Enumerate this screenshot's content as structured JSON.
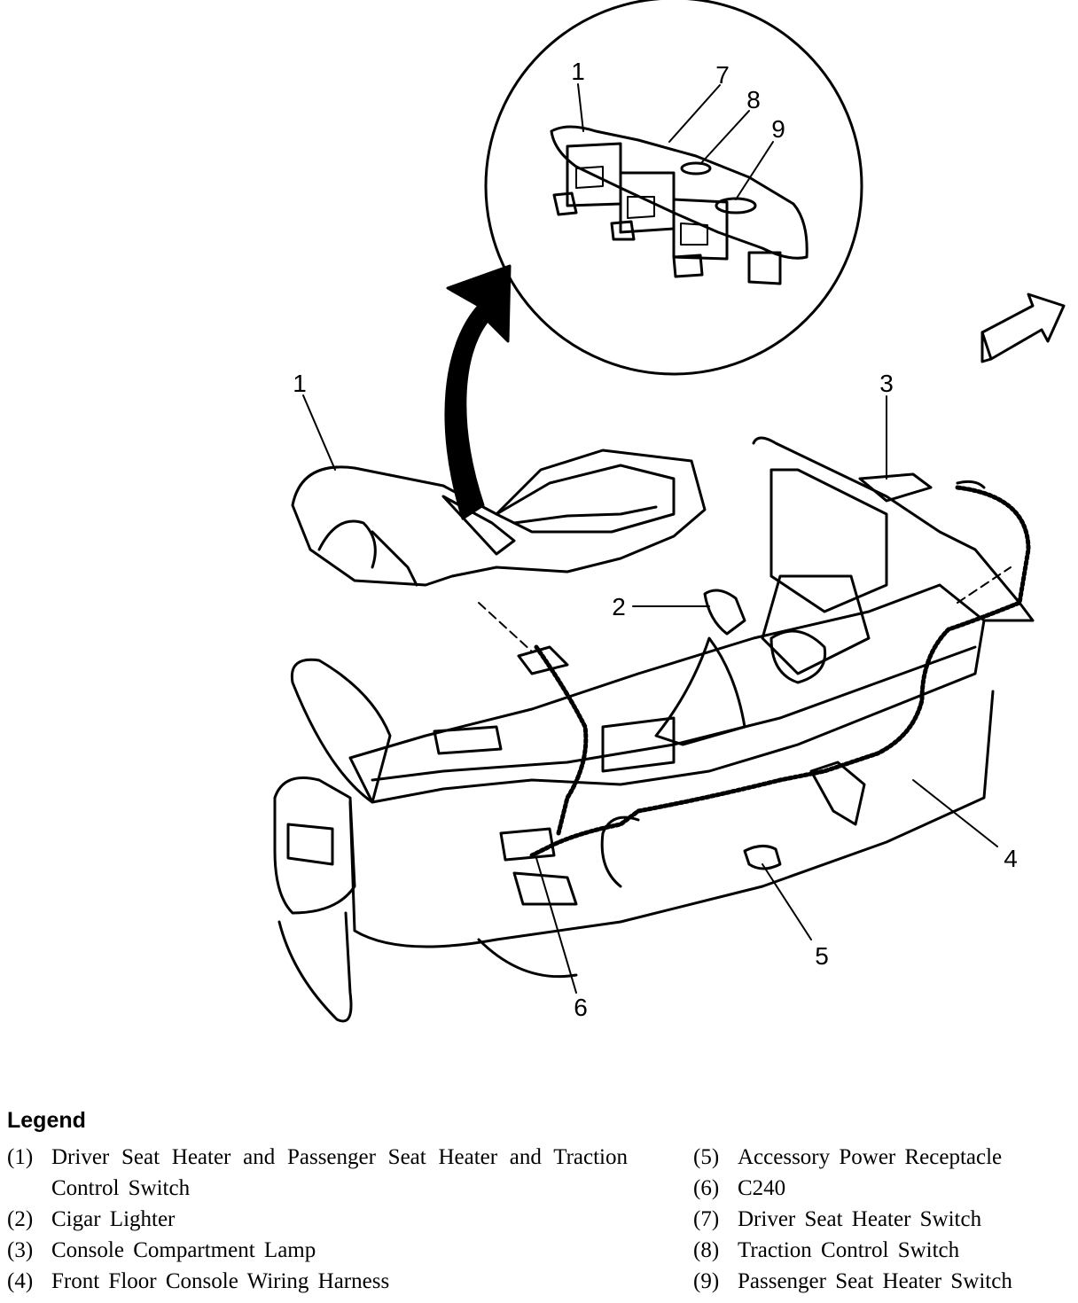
{
  "callouts": {
    "c1_inset": "1",
    "c7": "7",
    "c8": "8",
    "c9": "9",
    "c1_main": "1",
    "c2": "2",
    "c3": "3",
    "c4": "4",
    "c5": "5",
    "c6": "6"
  },
  "legend": {
    "title": "Legend",
    "left": [
      {
        "num": "(1)",
        "text": "Driver Seat Heater and Passenger Seat Heater and Traction Control Switch"
      },
      {
        "num": "(2)",
        "text": "Cigar Lighter"
      },
      {
        "num": "(3)",
        "text": "Console Compartment Lamp"
      },
      {
        "num": "(4)",
        "text": "Front Floor Console Wiring Harness"
      }
    ],
    "right": [
      {
        "num": "(5)",
        "text": "Accessory Power Receptacle"
      },
      {
        "num": "(6)",
        "text": "C240"
      },
      {
        "num": "(7)",
        "text": "Driver Seat Heater Switch"
      },
      {
        "num": "(8)",
        "text": "Traction Control Switch"
      },
      {
        "num": "(9)",
        "text": "Passenger Seat Heater Switch"
      }
    ]
  }
}
